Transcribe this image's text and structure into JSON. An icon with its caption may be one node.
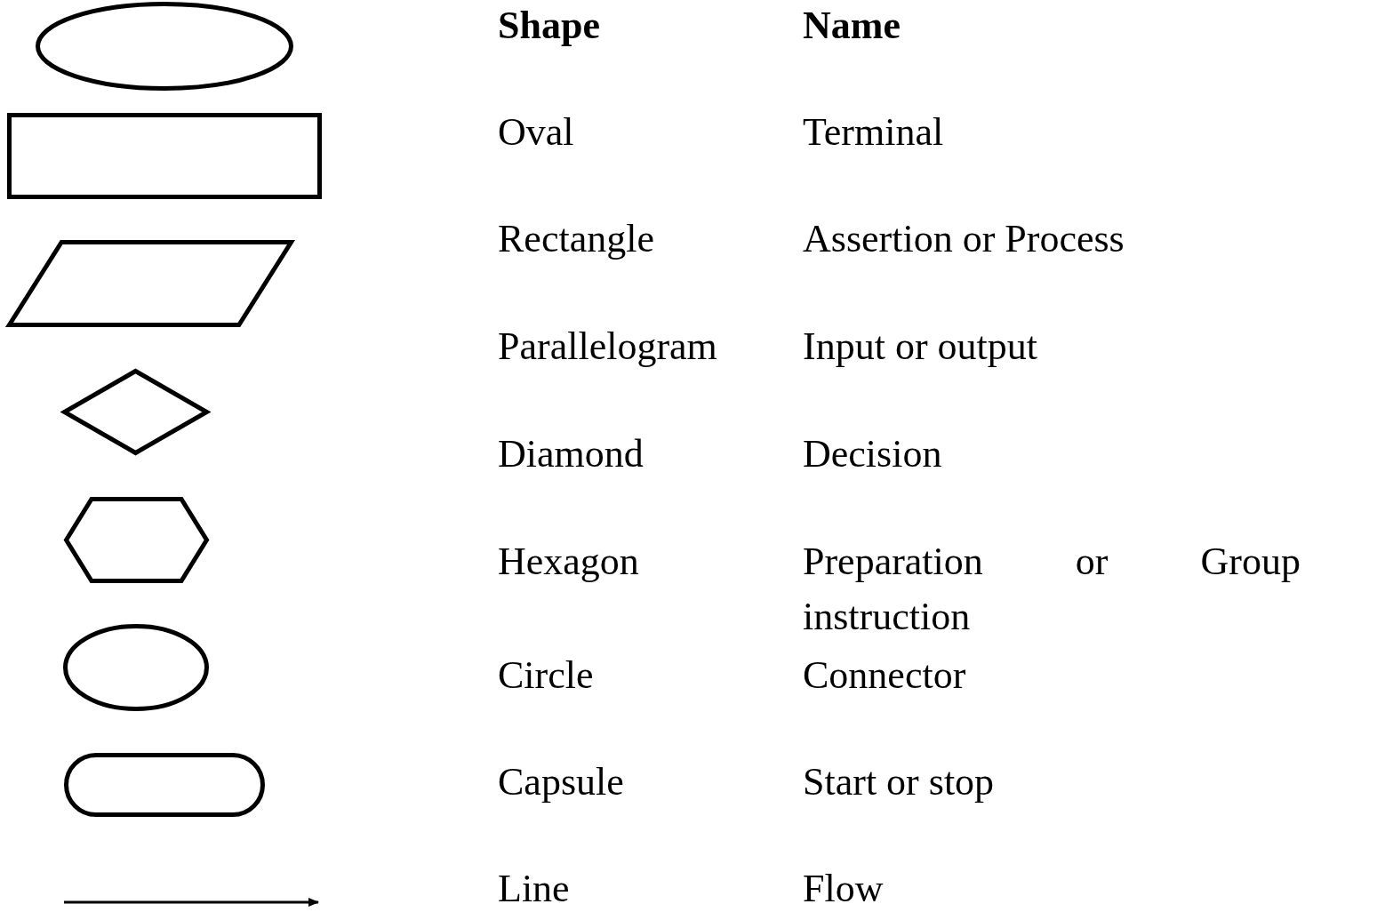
{
  "diagram": {
    "nodes": [
      {
        "text": [],
        "shape": "ellipse"
      },
      {
        "text": [],
        "shape": "box"
      },
      {
        "text": [],
        "shape": "parallelogram"
      },
      {
        "text": [],
        "shape": "diamond"
      },
      {
        "text": [],
        "shape": "hexagon"
      },
      {
        "text": [],
        "shape": "circle"
      },
      {
        "text": [],
        "shape": "capsule"
      }
    ],
    "labels": [
      "Shape",
      "Name",
      "Oval",
      "Terminal",
      "Rectangle",
      "Assertion or Process",
      "Parallelogram",
      "Input or output",
      "Diamond",
      "Decision",
      "Hexagon",
      "Preparation or Group instruction",
      "Circle",
      "Connector",
      "Capsule",
      "Start or stop",
      "Line",
      "Flow"
    ]
  }
}
